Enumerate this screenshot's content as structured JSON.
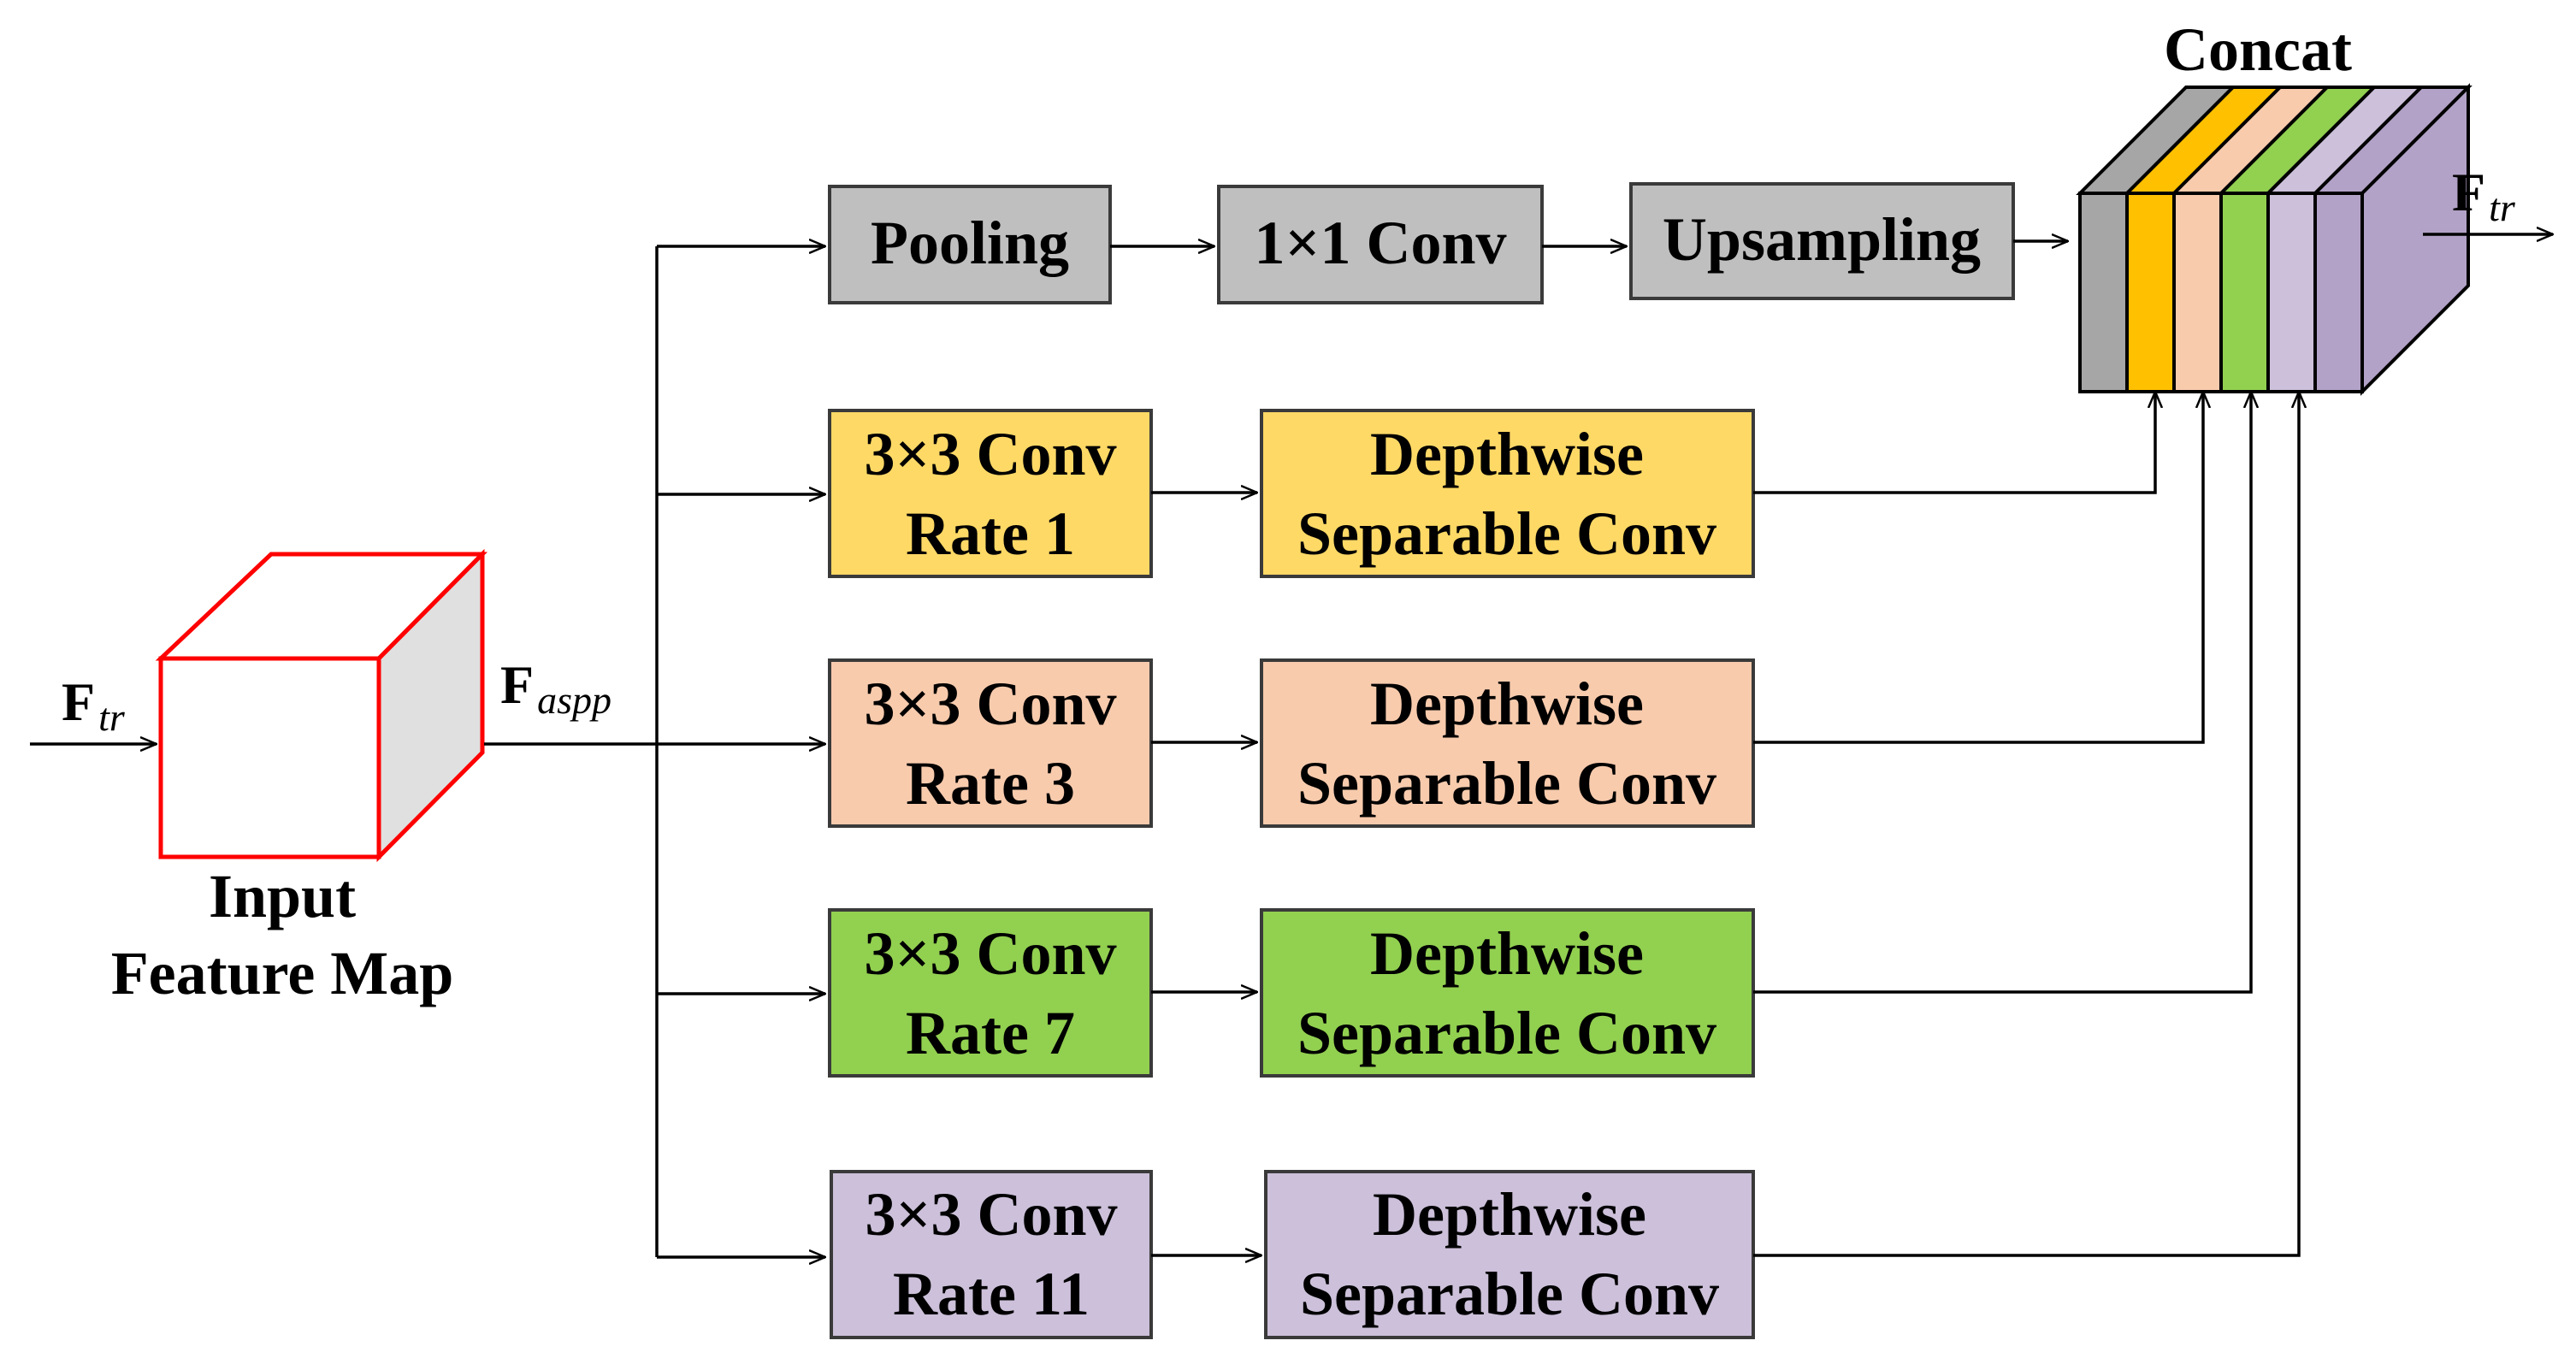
{
  "input": {
    "in_symbol": "F",
    "in_sub": "tr",
    "cube_label_line1": "Input",
    "cube_label_line2": "Feature Map",
    "out_symbol": "F",
    "out_sub": "aspp"
  },
  "pool_branch": {
    "pooling": "Pooling",
    "conv1x1": "1×1 Conv",
    "upsampling": "Upsampling",
    "color": "#bfbfbf"
  },
  "branches": [
    {
      "conv_line1": "3×3 Conv",
      "conv_line2": "Rate 1",
      "dw_line1": "Depthwise",
      "dw_line2": "Separable Conv",
      "color": "#ffd966"
    },
    {
      "conv_line1": "3×3 Conv",
      "conv_line2": "Rate 3",
      "dw_line1": "Depthwise",
      "dw_line2": "Separable Conv",
      "color": "#f8cbad"
    },
    {
      "conv_line1": "3×3 Conv",
      "conv_line2": "Rate 7",
      "dw_line1": "Depthwise",
      "dw_line2": "Separable Conv",
      "color": "#92d050"
    },
    {
      "conv_line1": "3×3 Conv",
      "conv_line2": "Rate 11",
      "dw_line1": "Depthwise",
      "dw_line2": "Separable Conv",
      "color": "#ccc0da"
    }
  ],
  "concat": {
    "title": "Concat",
    "slice_colors": [
      "#a6a6a6",
      "#ffc000",
      "#f8cbad",
      "#92d050",
      "#ccc0da",
      "#b3a2c7"
    ],
    "out_symbol": "F",
    "out_sub": "tr"
  },
  "cube_colors": {
    "edge": "#ff0000",
    "side": "#e0e0e0"
  }
}
